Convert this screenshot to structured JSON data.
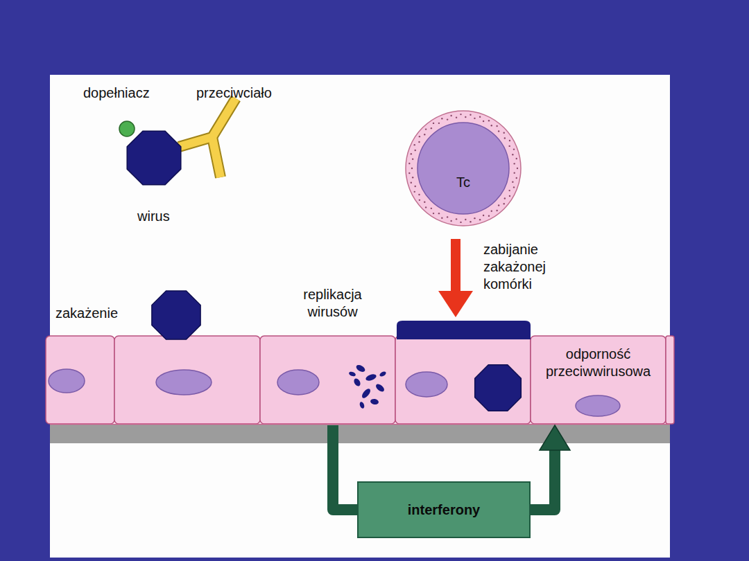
{
  "diagram": {
    "nodes": [
      {
        "text": [
          "Tc"
        ]
      },
      {
        "text": [
          "replikacja wirusów"
        ]
      },
      {
        "text": [
          "odporność przeciwwirusowa"
        ]
      },
      {
        "text": [
          "interferony"
        ]
      }
    ],
    "edges": [
      {
        "from": 1,
        "to": 3,
        "arrow": "none"
      },
      {
        "from": 3,
        "to": 2,
        "arrow": "to"
      }
    ],
    "labels": [
      "dopełniacz",
      "przeciwciało",
      "wirus",
      "zakażenie",
      "zabijanie zakażonej komórki"
    ]
  }
}
